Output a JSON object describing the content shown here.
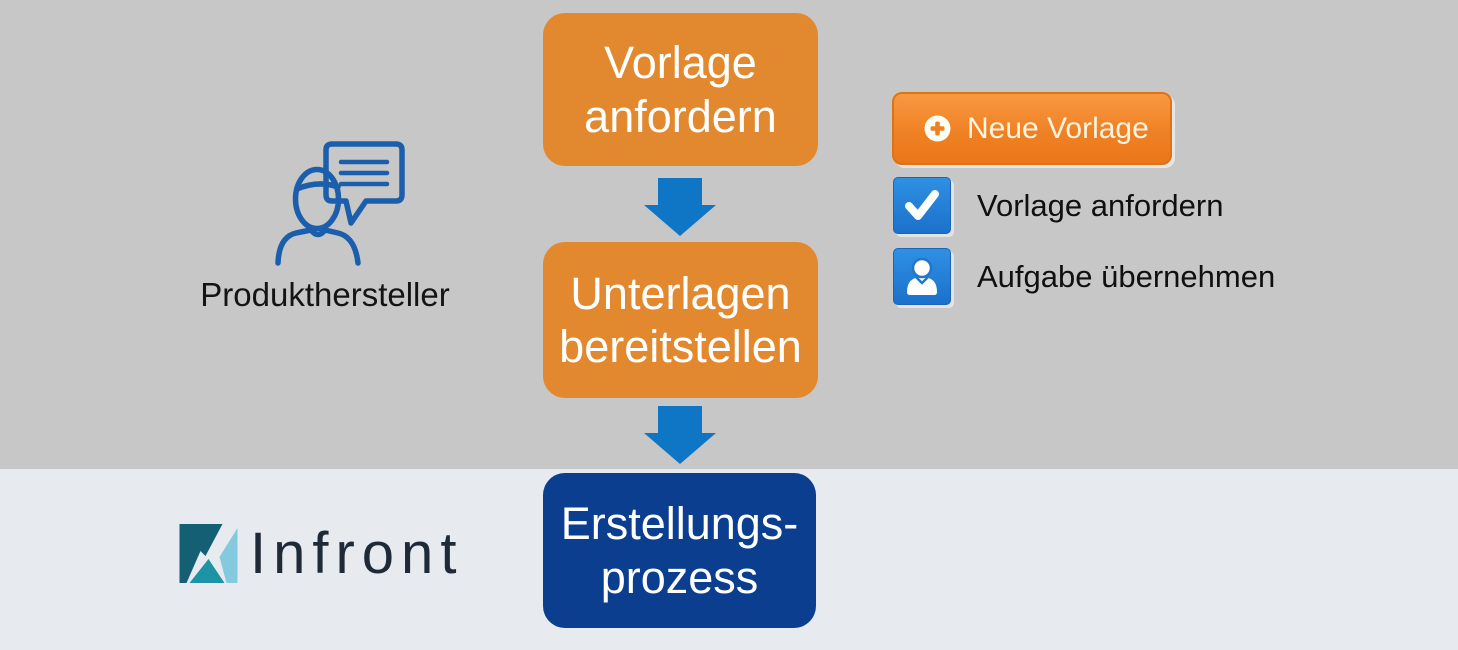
{
  "slide": {
    "actor": {
      "label": "Produkthersteller"
    },
    "flow": {
      "steps": [
        {
          "label": "Vorlage\nanfordern",
          "color": "#E2882E"
        },
        {
          "label": "Unterlagen\nbereitstellen",
          "color": "#E2882E"
        },
        {
          "label": "Erstellungs-\nprozess",
          "color": "#0C3E8F"
        }
      ]
    },
    "legend": {
      "button": {
        "label": "Neue Vorlage",
        "icon": "plus-circle-icon",
        "color": "#EF8125"
      },
      "items": [
        {
          "label": "Vorlage anfordern",
          "icon": "check-icon",
          "color": "#2380D6"
        },
        {
          "label": "Aufgabe übernehmen",
          "icon": "user-icon",
          "color": "#2380D6"
        }
      ]
    },
    "logo": {
      "text": "Infront"
    },
    "colors": {
      "band_top": "#C7C7C7",
      "band_bottom": "#E7EAEE",
      "arrow_blue": "#0F76C6",
      "actor_icon_blue": "#1B5EAC",
      "logo_dark_teal": "#155F74",
      "logo_mid_teal": "#1D93A5",
      "logo_light_blue": "#85C9DE",
      "logo_text": "#1F2A38"
    }
  }
}
